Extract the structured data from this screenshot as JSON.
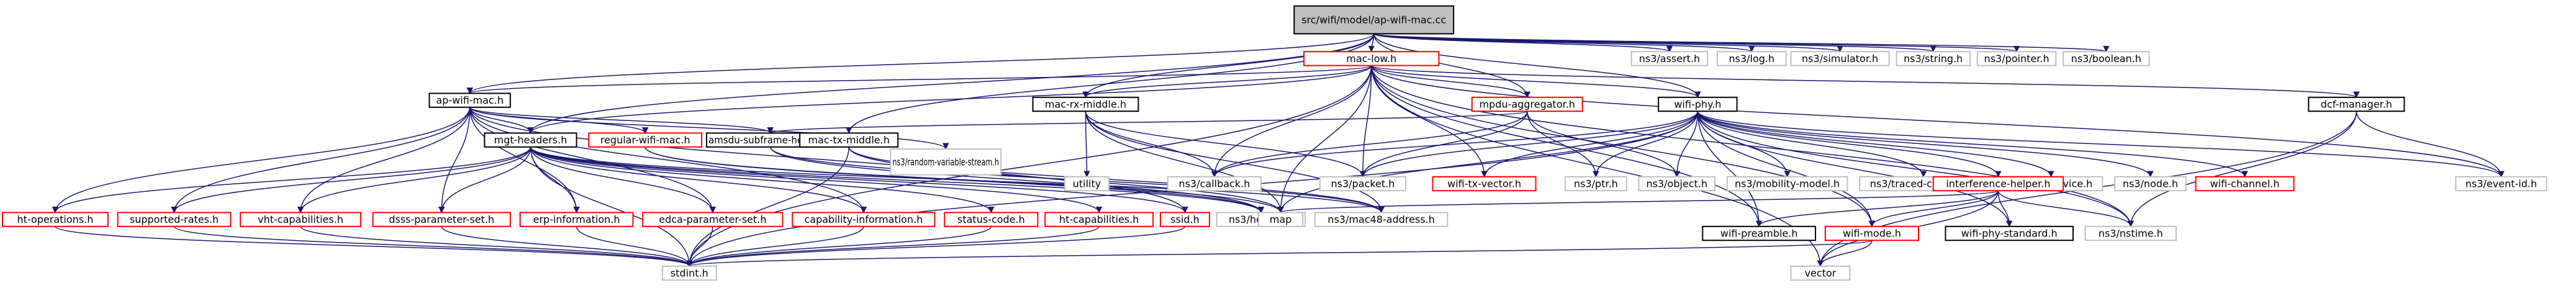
{
  "colors": {
    "root_fill": "#bfbfbf",
    "root_border": "#000000",
    "documented_border": "#ff0000",
    "external_border": "#bfbfbf",
    "plain_border": "#000000",
    "edge": "#191970",
    "text": "#000000"
  },
  "nodes": [
    {
      "id": "root",
      "label": "src/wifi/model/ap-wifi-mac.cc",
      "kind": "root"
    },
    {
      "id": "mac_low",
      "label": "mac-low.h",
      "kind": "documented"
    },
    {
      "id": "assert",
      "label": "ns3/assert.h",
      "kind": "external"
    },
    {
      "id": "log",
      "label": "ns3/log.h",
      "kind": "external"
    },
    {
      "id": "simulator",
      "label": "ns3/simulator.h",
      "kind": "external"
    },
    {
      "id": "string",
      "label": "ns3/string.h",
      "kind": "external"
    },
    {
      "id": "pointer",
      "label": "ns3/pointer.h",
      "kind": "external"
    },
    {
      "id": "boolean",
      "label": "ns3/boolean.h",
      "kind": "external"
    },
    {
      "id": "ap_wifi_mac",
      "label": "ap-wifi-mac.h",
      "kind": "plain"
    },
    {
      "id": "mac_rx_middle",
      "label": "mac-rx-middle.h",
      "kind": "plain"
    },
    {
      "id": "mpdu_aggregator",
      "label": "mpdu-aggregator.h",
      "kind": "documented"
    },
    {
      "id": "wifi_phy",
      "label": "wifi-phy.h",
      "kind": "plain"
    },
    {
      "id": "dcf_manager",
      "label": "dcf-manager.h",
      "kind": "plain"
    },
    {
      "id": "mgt_headers",
      "label": "mgt-headers.h",
      "kind": "plain"
    },
    {
      "id": "regular_wifi_mac",
      "label": "regular-wifi-mac.h",
      "kind": "documented"
    },
    {
      "id": "amsdu_subframe_header",
      "label": "amsdu-subframe-header.h",
      "kind": "plain"
    },
    {
      "id": "mac_tx_middle",
      "label": "mac-tx-middle.h",
      "kind": "plain"
    },
    {
      "id": "ns3_random_variable",
      "label": "ns3/random-variable-stream.h",
      "kind": "external"
    },
    {
      "id": "utility",
      "label": "utility",
      "kind": "external"
    },
    {
      "id": "ns3_callback",
      "label": "ns3/callback.h",
      "kind": "external"
    },
    {
      "id": "ns3_packet",
      "label": "ns3/packet.h",
      "kind": "external"
    },
    {
      "id": "wifi_tx_vector",
      "label": "wifi-tx-vector.h",
      "kind": "documented"
    },
    {
      "id": "ns3_ptr",
      "label": "ns3/ptr.h",
      "kind": "external"
    },
    {
      "id": "ns3_object",
      "label": "ns3/object.h",
      "kind": "external"
    },
    {
      "id": "ns3_mobility_model",
      "label": "ns3/mobility-model.h",
      "kind": "external"
    },
    {
      "id": "ns3_traced_callback",
      "label": "ns3/traced-callback.h",
      "kind": "external"
    },
    {
      "id": "ns3_net_device",
      "label": "ns3/net-device.h",
      "kind": "external"
    },
    {
      "id": "ns3_node",
      "label": "ns3/node.h",
      "kind": "external"
    },
    {
      "id": "wifi_channel",
      "label": "wifi-channel.h",
      "kind": "documented"
    },
    {
      "id": "interference_helper",
      "label": "interference-helper.h",
      "kind": "documented"
    },
    {
      "id": "ns3_event_id",
      "label": "ns3/event-id.h",
      "kind": "external"
    },
    {
      "id": "ht_operations",
      "label": "ht-operations.h",
      "kind": "documented"
    },
    {
      "id": "supported_rates",
      "label": "supported-rates.h",
      "kind": "documented"
    },
    {
      "id": "vht_capabilities",
      "label": "vht-capabilities.h",
      "kind": "documented"
    },
    {
      "id": "dsss_parameter_set",
      "label": "dsss-parameter-set.h",
      "kind": "documented"
    },
    {
      "id": "erp_information",
      "label": "erp-information.h",
      "kind": "documented"
    },
    {
      "id": "edca_parameter_set",
      "label": "edca-parameter-set.h",
      "kind": "documented"
    },
    {
      "id": "capability_information",
      "label": "capability-information.h",
      "kind": "documented"
    },
    {
      "id": "status_code",
      "label": "status-code.h",
      "kind": "documented"
    },
    {
      "id": "ht_capabilities",
      "label": "ht-capabilities.h",
      "kind": "documented"
    },
    {
      "id": "ssid",
      "label": "ssid.h",
      "kind": "documented"
    },
    {
      "id": "ns3_header",
      "label": "ns3/header.h",
      "kind": "external"
    },
    {
      "id": "map",
      "label": "map",
      "kind": "external"
    },
    {
      "id": "ns3_mac48_address",
      "label": "ns3/mac48-address.h",
      "kind": "external"
    },
    {
      "id": "wifi_preamble",
      "label": "wifi-preamble.h",
      "kind": "plain"
    },
    {
      "id": "wifi_mode",
      "label": "wifi-mode.h",
      "kind": "documented"
    },
    {
      "id": "wifi_phy_standard",
      "label": "wifi-phy-standard.h",
      "kind": "plain"
    },
    {
      "id": "ns3_nstime",
      "label": "ns3/nstime.h",
      "kind": "external"
    },
    {
      "id": "vector",
      "label": "vector",
      "kind": "external"
    },
    {
      "id": "stdint",
      "label": "stdint.h",
      "kind": "external"
    }
  ],
  "edges": [
    [
      "root",
      "mac_low"
    ],
    [
      "root",
      "assert"
    ],
    [
      "root",
      "log"
    ],
    [
      "root",
      "simulator"
    ],
    [
      "root",
      "string"
    ],
    [
      "root",
      "pointer"
    ],
    [
      "root",
      "boolean"
    ],
    [
      "root",
      "ap_wifi_mac"
    ],
    [
      "root",
      "mac_rx_middle"
    ],
    [
      "root",
      "mpdu_aggregator"
    ],
    [
      "root",
      "wifi_phy"
    ],
    [
      "root",
      "mac_tx_middle"
    ],
    [
      "root",
      "mgt_headers"
    ],
    [
      "mac_low",
      "ap_wifi_mac"
    ],
    [
      "mac_low",
      "mac_rx_middle"
    ],
    [
      "mac_low",
      "mpdu_aggregator"
    ],
    [
      "mac_low",
      "wifi_phy"
    ],
    [
      "mac_low",
      "dcf_manager"
    ],
    [
      "mac_low",
      "ns3_callback"
    ],
    [
      "mac_low",
      "ns3_packet"
    ],
    [
      "mac_low",
      "wifi_tx_vector"
    ],
    [
      "mac_low",
      "ns3_event_id"
    ],
    [
      "mac_low",
      "ns3_nstime"
    ],
    [
      "mac_low",
      "mgt_headers"
    ],
    [
      "mac_low",
      "map"
    ],
    [
      "mac_low",
      "vector"
    ],
    [
      "mac_low",
      "wifi_preamble"
    ],
    [
      "mac_low",
      "wifi_mode"
    ],
    [
      "mac_low",
      "stdint"
    ],
    [
      "ap_wifi_mac",
      "mgt_headers"
    ],
    [
      "ap_wifi_mac",
      "regular_wifi_mac"
    ],
    [
      "ap_wifi_mac",
      "amsdu_subframe_header"
    ],
    [
      "ap_wifi_mac",
      "ns3_random_variable"
    ],
    [
      "ap_wifi_mac",
      "ht_operations"
    ],
    [
      "ap_wifi_mac",
      "supported_rates"
    ],
    [
      "ap_wifi_mac",
      "vht_capabilities"
    ],
    [
      "ap_wifi_mac",
      "dsss_parameter_set"
    ],
    [
      "ap_wifi_mac",
      "erp_information"
    ],
    [
      "ap_wifi_mac",
      "edca_parameter_set"
    ],
    [
      "ap_wifi_mac",
      "capability_information"
    ],
    [
      "ap_wifi_mac",
      "ssid"
    ],
    [
      "mac_rx_middle",
      "utility"
    ],
    [
      "mac_rx_middle",
      "ns3_callback"
    ],
    [
      "mac_rx_middle",
      "ns3_packet"
    ],
    [
      "mac_rx_middle",
      "ns3_mac48_address"
    ],
    [
      "mac_rx_middle",
      "map"
    ],
    [
      "mpdu_aggregator",
      "ns3_ptr"
    ],
    [
      "mpdu_aggregator",
      "ns3_object"
    ],
    [
      "mpdu_aggregator",
      "ns3_packet"
    ],
    [
      "mpdu_aggregator",
      "amsdu_subframe_header"
    ],
    [
      "mpdu_aggregator",
      "ns3_callback"
    ],
    [
      "wifi_phy",
      "ns3_callback"
    ],
    [
      "wifi_phy",
      "ns3_packet"
    ],
    [
      "wifi_phy",
      "wifi_tx_vector"
    ],
    [
      "wifi_phy",
      "ns3_ptr"
    ],
    [
      "wifi_phy",
      "ns3_object"
    ],
    [
      "wifi_phy",
      "ns3_mobility_model"
    ],
    [
      "wifi_phy",
      "ns3_traced_callback"
    ],
    [
      "wifi_phy",
      "ns3_net_device"
    ],
    [
      "wifi_phy",
      "ns3_node"
    ],
    [
      "wifi_phy",
      "wifi_channel"
    ],
    [
      "wifi_phy",
      "interference_helper"
    ],
    [
      "wifi_phy",
      "ns3_event_id"
    ],
    [
      "wifi_phy",
      "ns3_nstime"
    ],
    [
      "wifi_phy",
      "wifi_preamble"
    ],
    [
      "wifi_phy",
      "wifi_mode"
    ],
    [
      "wifi_phy",
      "wifi_phy_standard"
    ],
    [
      "wifi_phy",
      "map"
    ],
    [
      "wifi_phy",
      "stdint"
    ],
    [
      "dcf_manager",
      "ns3_event_id"
    ],
    [
      "dcf_manager",
      "ns3_nstime"
    ],
    [
      "dcf_manager",
      "vector"
    ],
    [
      "mgt_headers",
      "ht_operations"
    ],
    [
      "mgt_headers",
      "supported_rates"
    ],
    [
      "mgt_headers",
      "vht_capabilities"
    ],
    [
      "mgt_headers",
      "dsss_parameter_set"
    ],
    [
      "mgt_headers",
      "erp_information"
    ],
    [
      "mgt_headers",
      "edca_parameter_set"
    ],
    [
      "mgt_headers",
      "capability_information"
    ],
    [
      "mgt_headers",
      "status_code"
    ],
    [
      "mgt_headers",
      "ht_capabilities"
    ],
    [
      "mgt_headers",
      "ssid"
    ],
    [
      "mgt_headers",
      "ns3_header"
    ],
    [
      "mgt_headers",
      "ns3_mac48_address"
    ],
    [
      "mgt_headers",
      "stdint"
    ],
    [
      "regular_wifi_mac",
      "ns3_header"
    ],
    [
      "regular_wifi_mac",
      "map"
    ],
    [
      "amsdu_subframe_header",
      "ns3_header"
    ],
    [
      "amsdu_subframe_header",
      "ns3_mac48_address"
    ],
    [
      "mac_tx_middle",
      "map"
    ],
    [
      "mac_tx_middle",
      "ns3_mac48_address"
    ],
    [
      "mac_tx_middle",
      "stdint"
    ],
    [
      "interference_helper",
      "wifi_preamble"
    ],
    [
      "interference_helper",
      "wifi_mode"
    ],
    [
      "interference_helper",
      "wifi_phy_standard"
    ],
    [
      "interference_helper",
      "ns3_nstime"
    ],
    [
      "interference_helper",
      "vector"
    ],
    [
      "interference_helper",
      "map"
    ],
    [
      "ht_operations",
      "stdint"
    ],
    [
      "supported_rates",
      "stdint"
    ],
    [
      "vht_capabilities",
      "stdint"
    ],
    [
      "dsss_parameter_set",
      "stdint"
    ],
    [
      "erp_information",
      "stdint"
    ],
    [
      "edca_parameter_set",
      "stdint"
    ],
    [
      "capability_information",
      "stdint"
    ],
    [
      "status_code",
      "stdint"
    ],
    [
      "ht_capabilities",
      "stdint"
    ],
    [
      "ssid",
      "stdint"
    ],
    [
      "wifi_mode",
      "stdint"
    ],
    [
      "wifi_mode",
      "vector"
    ]
  ]
}
